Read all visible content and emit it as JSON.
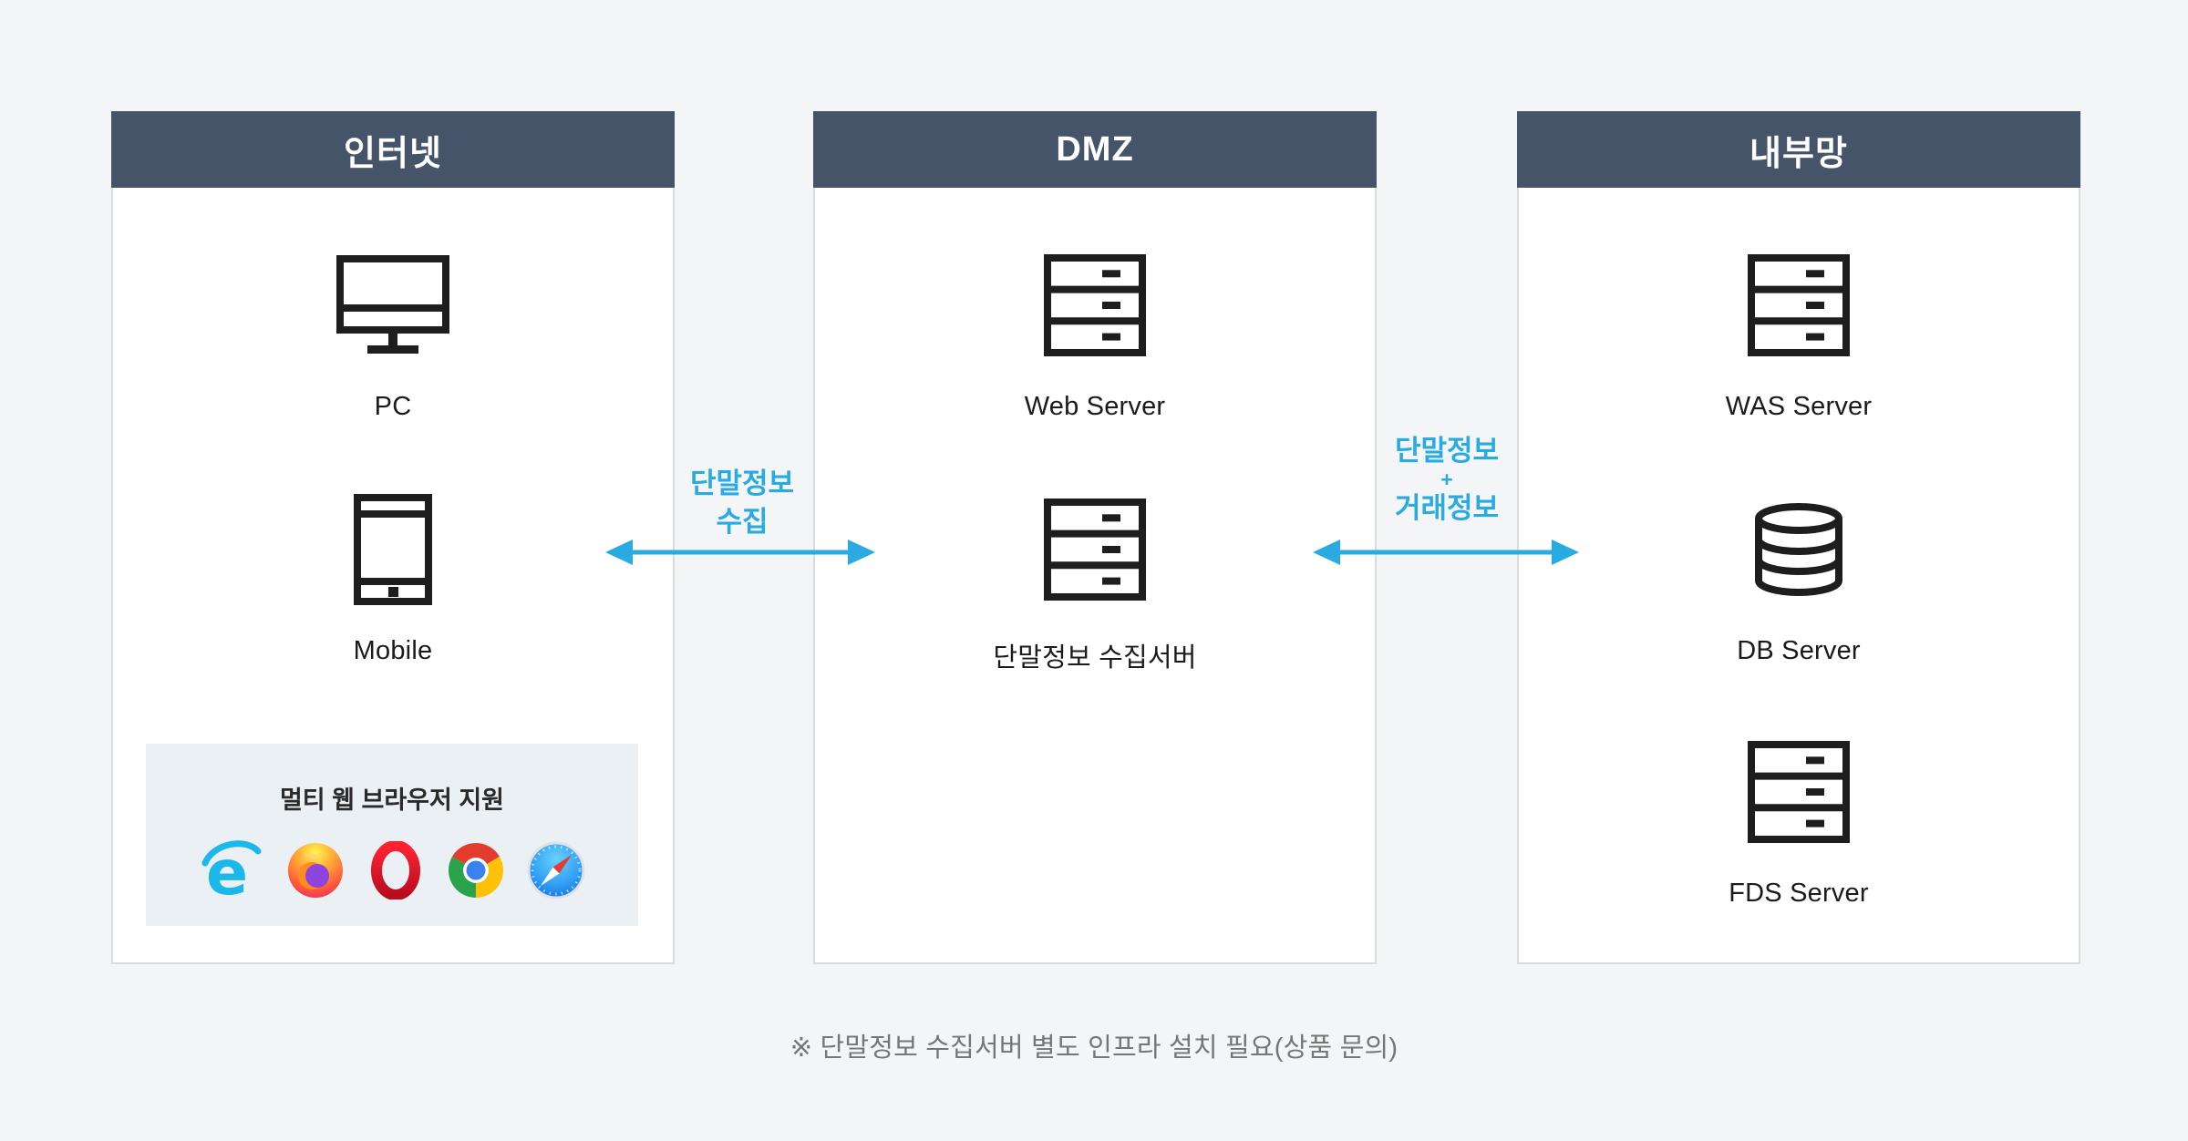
{
  "colors": {
    "page_bg": "#f4f5f7",
    "zone_header_bg": "#455469",
    "zone_body_bg": "#ffffff",
    "zone_border": "#d9dbde",
    "arrow_blue": "#29abe2",
    "browser_panel_bg": "#eaf0f4",
    "icon_stroke": "#1e1e1e",
    "note_gray": "#767676"
  },
  "zones": [
    {
      "id": "internet",
      "title": "인터넷",
      "nodes": [
        {
          "icon": "pc-icon",
          "label": "PC"
        },
        {
          "icon": "mobile-icon",
          "label": "Mobile"
        }
      ],
      "browser_panel": {
        "title": "멀티 웹 브라우저 지원",
        "browsers": [
          {
            "icon": "internet-explorer-icon"
          },
          {
            "icon": "firefox-icon"
          },
          {
            "icon": "opera-icon"
          },
          {
            "icon": "chrome-icon"
          },
          {
            "icon": "safari-icon"
          }
        ]
      }
    },
    {
      "id": "dmz",
      "title": "DMZ",
      "nodes": [
        {
          "icon": "server-icon",
          "label": "Web Server"
        },
        {
          "icon": "server-icon",
          "label": "단말정보 수집서버"
        }
      ]
    },
    {
      "id": "internal-network",
      "title": "내부망",
      "nodes": [
        {
          "icon": "server-icon",
          "label": "WAS Server"
        },
        {
          "icon": "database-icon",
          "label": "DB Server"
        },
        {
          "icon": "server-icon",
          "label": "FDS Server"
        }
      ]
    }
  ],
  "connections": [
    {
      "between": [
        "internet",
        "dmz"
      ],
      "label_lines": [
        "단말정보",
        "수집"
      ]
    },
    {
      "between": [
        "dmz",
        "internal-network"
      ],
      "label_lines": [
        "단말정보",
        "+",
        "거래정보"
      ]
    }
  ],
  "note": {
    "text": "※ 단말정보 수집서버 별도 인프라 설치 필요(상품 문의)"
  }
}
